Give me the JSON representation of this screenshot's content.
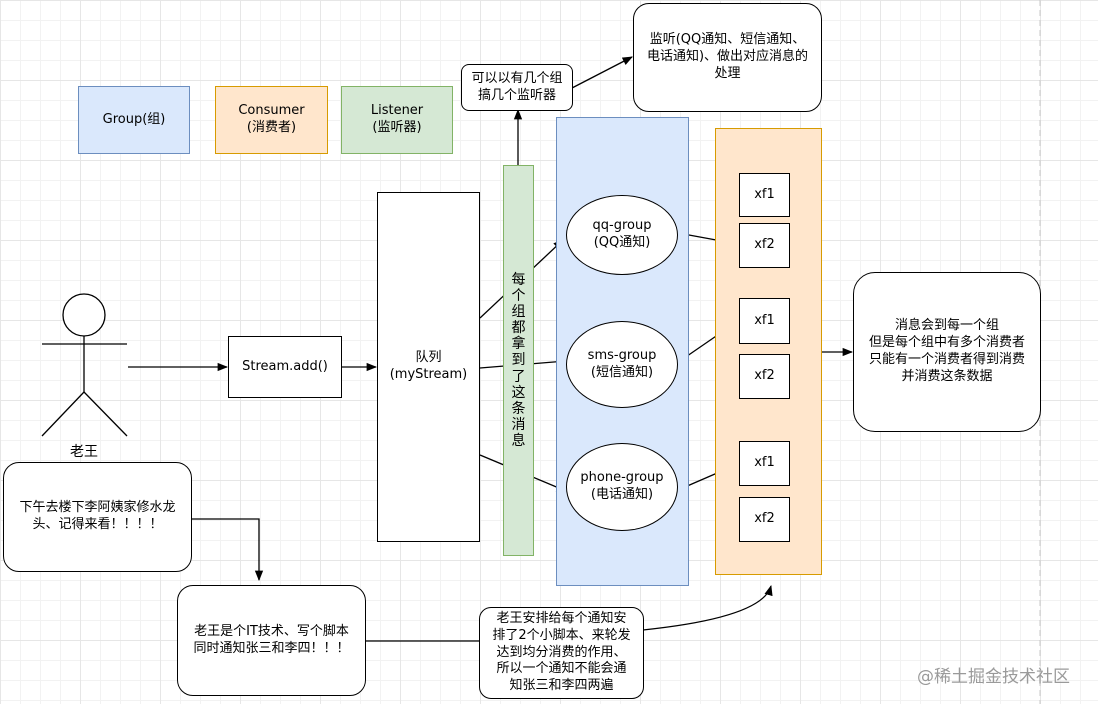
{
  "legend": {
    "group": "Group(组)",
    "consumer": "Consumer\n(消费者)",
    "listener": "Listener\n(监听器)"
  },
  "actor": {
    "name": "老王"
  },
  "nodes": {
    "stream_add": "Stream.add()",
    "queue": "队列\n(myStream)",
    "vertical_note": [
      "每",
      "个",
      "组",
      "都",
      "拿",
      "到",
      "了",
      "这",
      "条",
      "消",
      "息"
    ],
    "top_note": "可以以有几个组\n搞几个监听器",
    "top_right_note": "监听(QQ通知、短信通知、\n电话通知)、做出对应消息的\n处理",
    "qq_group": "qq-group\n(QQ通知)",
    "sms_group": "sms-group\n(短信通知)",
    "phone_group": "phone-group\n(电话通知)",
    "consumers": [
      "xf1",
      "xf2",
      "xf1",
      "xf2",
      "xf1",
      "xf2"
    ],
    "right_note": "消息会到每一个组\n但是每个组中有多个消费者\n只能有一个消费者得到消费\n并消费这条数据",
    "speech_note": "下午去楼下李阿姨家修水龙\n头、记得来看！！！！",
    "it_note": "老王是个IT技术、写个脚本\n同时通知张三和李四！！！",
    "arrange_note": "老王安排给每个通知安\n排了2个小脚本、来轮发\n达到均分消费的作用、\n所以一个通知不能会通\n知张三和李四两遍"
  },
  "watermark": "@稀土掘金技术社区",
  "colors": {
    "group_fill": "#dae8fc",
    "group_stroke": "#6c8ebf",
    "consumer_fill": "#ffe6cc",
    "consumer_stroke": "#d79b00",
    "listener_fill": "#d5e8d4",
    "listener_stroke": "#82b366"
  }
}
